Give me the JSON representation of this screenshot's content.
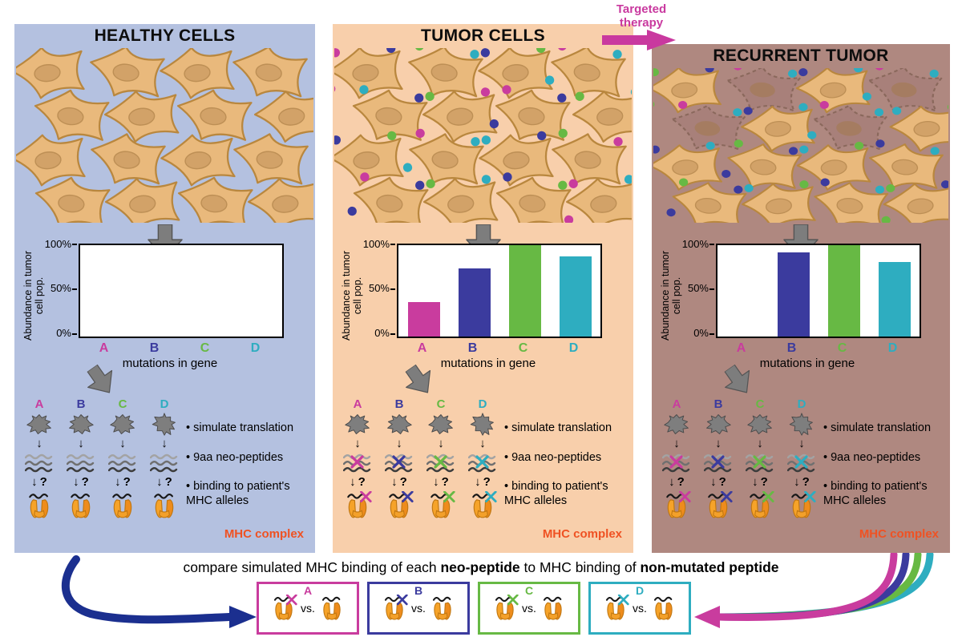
{
  "colors": {
    "A": "#c93c9e",
    "B": "#3b3b9e",
    "C": "#67b944",
    "D": "#2eadc0"
  },
  "letters": [
    "A",
    "B",
    "C",
    "D"
  ],
  "therapy": {
    "line1": "Targeted",
    "line2": "therapy",
    "color": "#c9399f"
  },
  "axis": {
    "ticks": [
      "100%",
      "50%",
      "0%"
    ],
    "ylabel": "Abundance in tumor cell pop.",
    "xlabel": "mutations in gene"
  },
  "bullets": [
    "simulate translation",
    "9aa neo-peptides",
    "binding to patient's MHC alleles"
  ],
  "mhc_label": "MHC complex",
  "question_mark": "?",
  "icons": {
    "down_arrow": "↓"
  },
  "panels": [
    {
      "title": "HEALTHY CELLS"
    },
    {
      "title": "TUMOR CELLS"
    },
    {
      "title": "RECURRENT TUMOR"
    }
  ],
  "compare": {
    "part1": "compare simulated MHC binding of each ",
    "bold1": "neo-peptide",
    "part2": " to MHC binding of ",
    "bold2": "non-mutated peptide",
    "vs": "vs."
  },
  "arrow_colors": {
    "left": "#1b2f8f",
    "right_head": "#c93c9e"
  },
  "chart_data": [
    {
      "type": "bar",
      "panel": "HEALTHY CELLS",
      "categories": [
        "A",
        "B",
        "C",
        "D"
      ],
      "values": [
        0,
        0,
        0,
        0
      ],
      "ylabel": "Abundance in tumor cell pop.",
      "xlabel": "mutations in gene",
      "ylim": [
        0,
        100
      ],
      "grid": false
    },
    {
      "type": "bar",
      "panel": "TUMOR CELLS",
      "categories": [
        "A",
        "B",
        "C",
        "D"
      ],
      "values": [
        38,
        75,
        100,
        88
      ],
      "ylabel": "Abundance in tumor cell pop.",
      "xlabel": "mutations in gene",
      "ylim": [
        0,
        100
      ],
      "grid": false
    },
    {
      "type": "bar",
      "panel": "RECURRENT TUMOR",
      "categories": [
        "A",
        "B",
        "C",
        "D"
      ],
      "values": [
        0,
        92,
        100,
        82
      ],
      "ylabel": "Abundance in tumor cell pop.",
      "xlabel": "mutations in gene",
      "ylim": [
        0,
        100
      ],
      "grid": false
    }
  ]
}
